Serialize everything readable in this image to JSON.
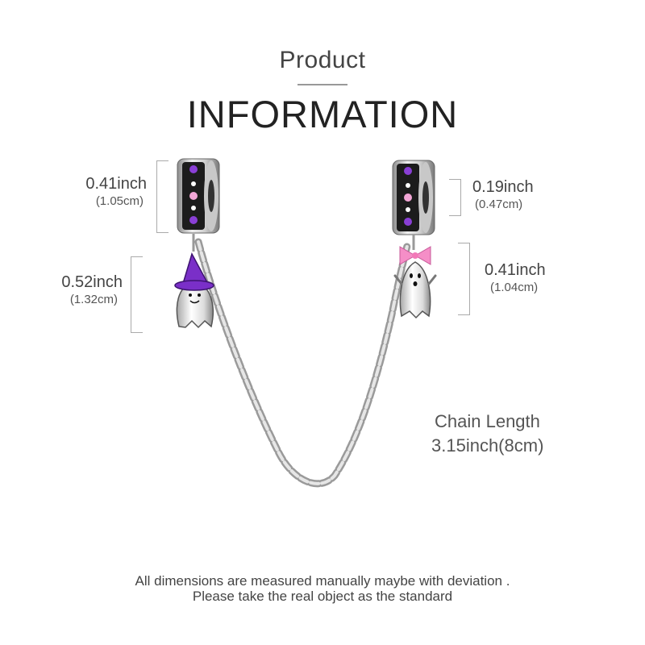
{
  "header": {
    "title_small": "Product",
    "title_large": "INFORMATION"
  },
  "dimensions": {
    "left_bead": {
      "inch": "0.41inch",
      "cm": "(1.05cm)"
    },
    "left_charm": {
      "inch": "0.52inch",
      "cm": "(1.32cm)"
    },
    "right_bead": {
      "inch": "0.19inch",
      "cm": "(0.47cm)"
    },
    "right_charm": {
      "inch": "0.41inch",
      "cm": "(1.04cm)"
    }
  },
  "chain": {
    "label": "Chain Length",
    "value": "3.15inch(8cm)"
  },
  "footer": {
    "line1": "All dimensions are measured manually maybe with deviation .",
    "line2": "Please take the real object as the standard"
  },
  "colors": {
    "stone_purple": "#8a3fd6",
    "stone_pink": "#f2a6d6",
    "hat_purple": "#7a2fc8",
    "bow_pink": "#f58ec7",
    "silver": "#d6d6d6",
    "enamel_black": "#1c1c1c"
  }
}
